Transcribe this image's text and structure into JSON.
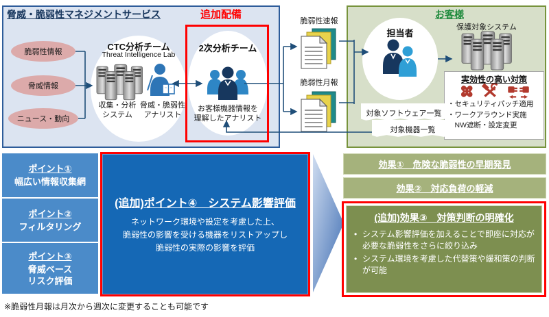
{
  "service_panel": {
    "title": "脅威・脆弱性マネジメントサービス",
    "badge": "追加配備",
    "sources": [
      {
        "label": "脆弱性情報"
      },
      {
        "label": "脅威情報"
      },
      {
        "label": "ニュース・動向"
      }
    ],
    "ctc_team": {
      "title": "CTC分析チーム",
      "subtitle": "Threat Intelligence Lab",
      "system_label": "収集・分析\nシステム",
      "analyst_label": "脅威・脆弱性\nアナリスト"
    },
    "secondary_team": {
      "title": "2次分析チーム",
      "analyst_label": "お客様機器情報を\n理解したアナリスト"
    }
  },
  "reports": {
    "flash_label": "脆弱性速報",
    "monthly_label": "脆弱性月報"
  },
  "customer_panel": {
    "title": "お客様",
    "person_label": "担当者",
    "system_label": "保護対象システム",
    "measures": {
      "title": "実効性の高い対策",
      "items": [
        "・セキュリティパッチ適用",
        "・ワークアラウンド実施",
        "・NW遮断・設定変更"
      ]
    },
    "lists": [
      "対象ソフトウェア一覧",
      "対象機器一覧"
    ]
  },
  "points": [
    {
      "title": "ポイント①",
      "body": "幅広い情報収集網"
    },
    {
      "title": "ポイント②",
      "body": "フィルタリング"
    },
    {
      "title": "ポイント③",
      "body": "脅威ベース\nリスク評価"
    }
  ],
  "point4": {
    "title": "(追加)ポイント④　システム影響評価",
    "body": "ネットワーク環境や設定を考慮した上、\n脆弱性の影響を受ける機器をリストアップし\n脆弱性の実際の影響を評価"
  },
  "effects": [
    {
      "label": "効果①　危険な脆弱性の早期発見"
    },
    {
      "label": "効果②　対応負荷の軽減"
    }
  ],
  "effect3": {
    "title": "(追加)効果③　対策判断の明確化",
    "bullets": [
      "システム影響評価を加えることで即座に対応が必要な脆弱性をさらに絞り込み",
      "システム環境を考慮した代替策や緩和策の判断が可能"
    ]
  },
  "footnote": "※脆弱性月報は月次から週次に変更することも可能です",
  "icons": {
    "servers": "server-rack-cluster",
    "ctc_analyst": "analyst-with-book",
    "secondary_team": "three-people-group",
    "customer_staff": "two-people",
    "reports": "document-stack",
    "patch": "bandage-cross",
    "workaround": "hammer-wrench",
    "network_cut": "unplugged-connector",
    "transition": "right-arrow-triangle"
  },
  "colors": {
    "panel_blue_bg": "#dce4f1",
    "panel_blue_border": "#2e5c9a",
    "panel_green_bg": "#d7dfc9",
    "panel_green_border": "#77933c",
    "accent_red": "#ff0000",
    "point_blue": "#4b8bc9",
    "point4_blue": "#1568b5",
    "effect_olive_light": "#a5b27c",
    "effect_olive_dark": "#7d8f50",
    "source_pink": "#dcaaaa",
    "connector_blue": "#1f4e79",
    "icon_red": "#b23a2e"
  }
}
